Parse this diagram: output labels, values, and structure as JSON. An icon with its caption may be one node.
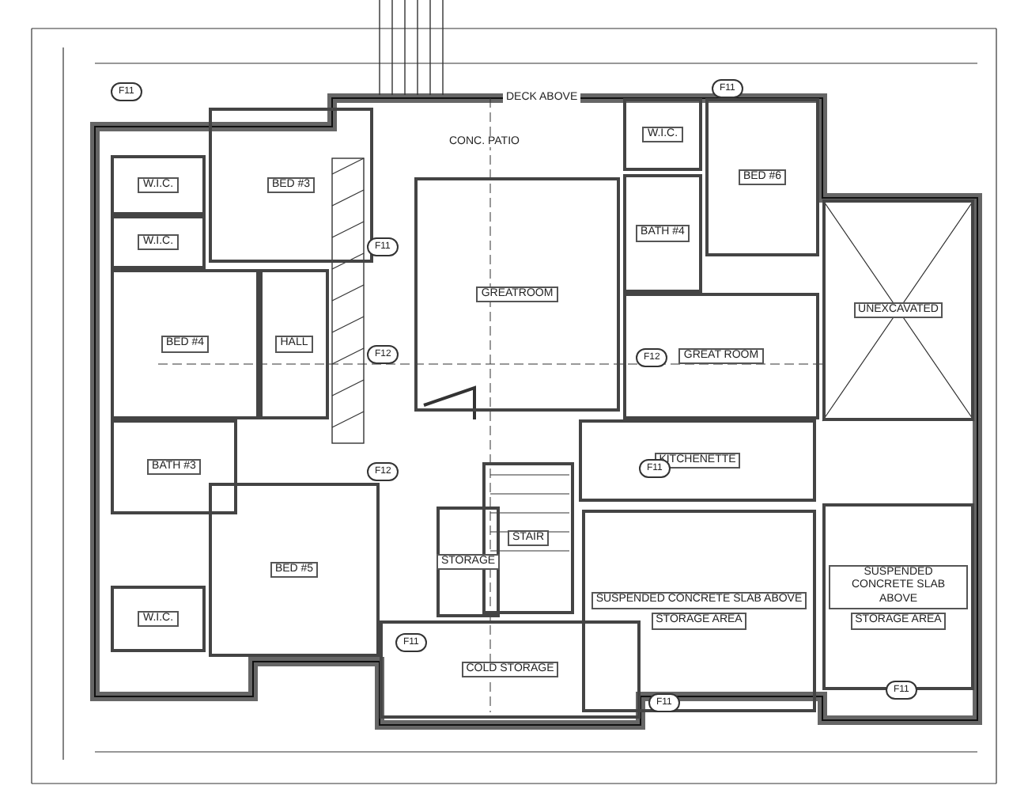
{
  "diagram": {
    "nodes": [
      {
        "text": [
          "BED #3"
        ]
      },
      {
        "text": [
          "W.I.C."
        ]
      },
      {
        "text": [
          "W.I.C."
        ]
      },
      {
        "text": [
          "BED #4"
        ]
      },
      {
        "text": [
          "HALL"
        ]
      },
      {
        "text": [
          "BATH #3"
        ]
      },
      {
        "text": [
          "BED #5"
        ]
      },
      {
        "text": [
          "W.I.C."
        ]
      },
      {
        "text": [
          "GREATROOM"
        ]
      },
      {
        "text": [
          "W.I.C."
        ]
      },
      {
        "text": [
          "BED #6"
        ]
      },
      {
        "text": [
          "BATH #4"
        ]
      },
      {
        "text": [
          "GREAT ROOM"
        ]
      },
      {
        "text": [
          "UNEXCAVATED"
        ]
      },
      {
        "text": [
          "KITCHENETTE"
        ]
      },
      {
        "text": [
          "STAIR"
        ]
      },
      {
        "text": [
          "STORAGE"
        ]
      },
      {
        "text": [
          "COLD STORAGE"
        ]
      },
      {
        "text": [
          "SUSPENDED CONCRETE SLAB ABOVE",
          "STORAGE AREA"
        ]
      },
      {
        "text": [
          "SUSPENDED CONCRETE SLAB ABOVE",
          "STORAGE AREA"
        ]
      }
    ],
    "labels": [
      "DECK ABOVE",
      "CONC. PATIO",
      "F11",
      "F11",
      "F11",
      "F12",
      "F12",
      "F12",
      "F11",
      "F11",
      "F11",
      "F11"
    ]
  }
}
